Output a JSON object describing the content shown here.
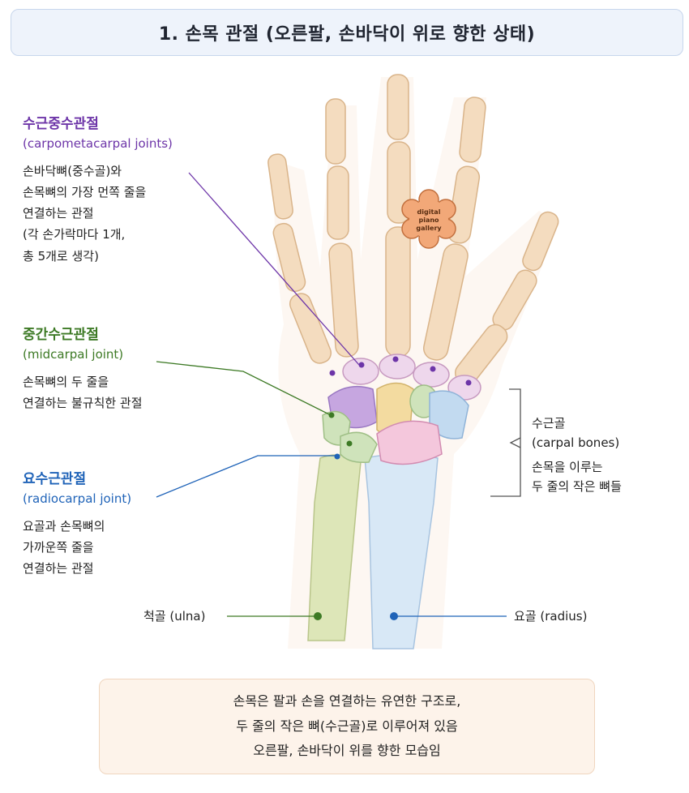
{
  "title": "1. 손목 관절 (오른팔, 손바닥이 위로 향한 상태)",
  "labels": {
    "cmc": {
      "ko": "수근중수관절",
      "en": "(carpometacarpal joints)",
      "desc": "손바닥뼈(중수골)와\n손목뼈의 가장 먼쪽 줄을\n연결하는 관절\n(각 손가락마다 1개,\n총 5개로 생각)"
    },
    "midcarpal": {
      "ko": "중간수근관절",
      "en": "(midcarpal joint)",
      "desc": "손목뼈의 두 줄을\n연결하는 불규칙한 관절"
    },
    "radiocarpal": {
      "ko": "요수근관절",
      "en": "(radiocarpal joint)",
      "desc": "요골과 손목뼈의\n가까운쪽 줄을\n연결하는 관절"
    },
    "carpal_bones": {
      "ko": "수근골",
      "en": "(carpal bones)",
      "desc_line1": "손목을 이루는",
      "desc_line2": "두 줄의 작은 뼈들"
    },
    "ulna": "척골 (ulna)",
    "radius": "요골 (radius)"
  },
  "logo": {
    "line1": "digital",
    "line2": "piano",
    "line3": "gallery"
  },
  "summary": {
    "line1": "손목은 팔과 손을 연결하는 유연한 구조로,",
    "line2": "두 줄의 작은 뼈(수근골)로 이루어져 있음",
    "line3": "오른팔, 손바닥이 위를 향한 모습임"
  },
  "colors": {
    "purple": "#6d35a8",
    "green": "#3d7a25",
    "blue": "#1f63b8",
    "bone": "#f4dcbf",
    "title_bg": "#eef3fb",
    "summary_bg": "#fdf3ea"
  }
}
